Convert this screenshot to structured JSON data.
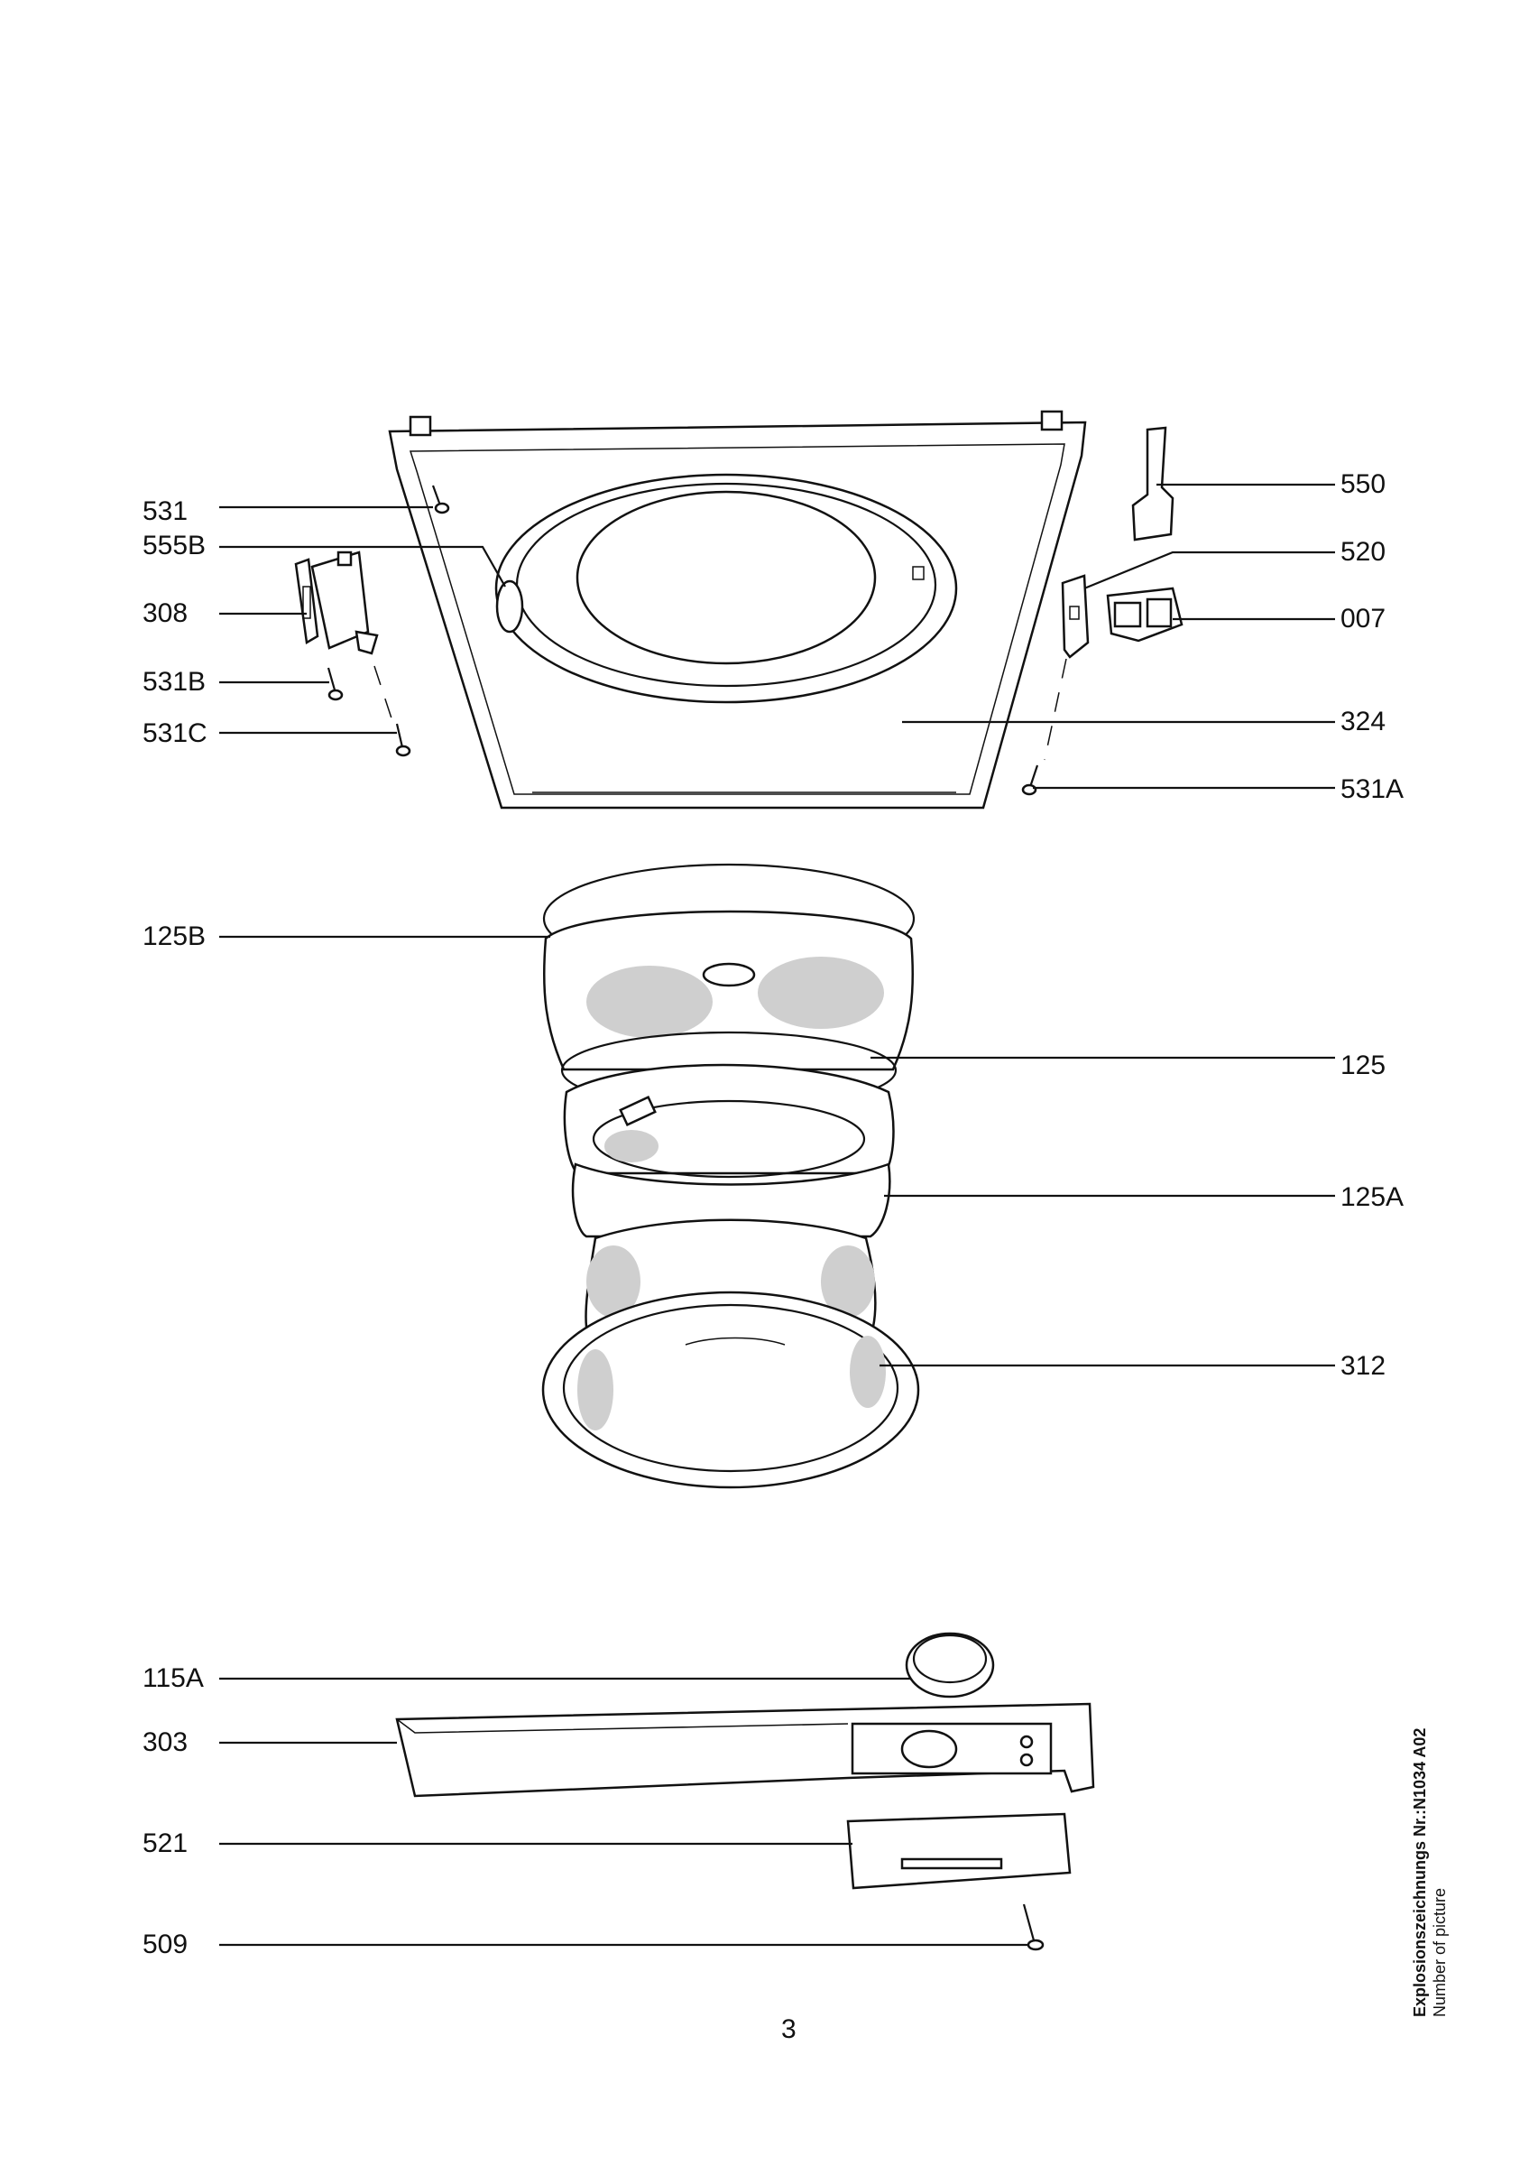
{
  "labels_left": [
    {
      "id": "531",
      "text": "531"
    },
    {
      "id": "555B",
      "text": "555B"
    },
    {
      "id": "308",
      "text": "308"
    },
    {
      "id": "531B",
      "text": "531B"
    },
    {
      "id": "531C",
      "text": "531C"
    },
    {
      "id": "125B",
      "text": "125B"
    },
    {
      "id": "115A",
      "text": "115A"
    },
    {
      "id": "303",
      "text": "303"
    },
    {
      "id": "521",
      "text": "521"
    },
    {
      "id": "509",
      "text": "509"
    }
  ],
  "labels_right": [
    {
      "id": "550",
      "text": "550"
    },
    {
      "id": "520",
      "text": "520"
    },
    {
      "id": "007",
      "text": "007"
    },
    {
      "id": "324",
      "text": "324"
    },
    {
      "id": "531A",
      "text": "531A"
    },
    {
      "id": "125",
      "text": "125"
    },
    {
      "id": "125A",
      "text": "125A"
    },
    {
      "id": "312",
      "text": "312"
    }
  ],
  "page_number": "3",
  "caption": {
    "title": "Explosionszeichnungs Nr.:N1034 A02",
    "subtitle": "Number of picture"
  }
}
